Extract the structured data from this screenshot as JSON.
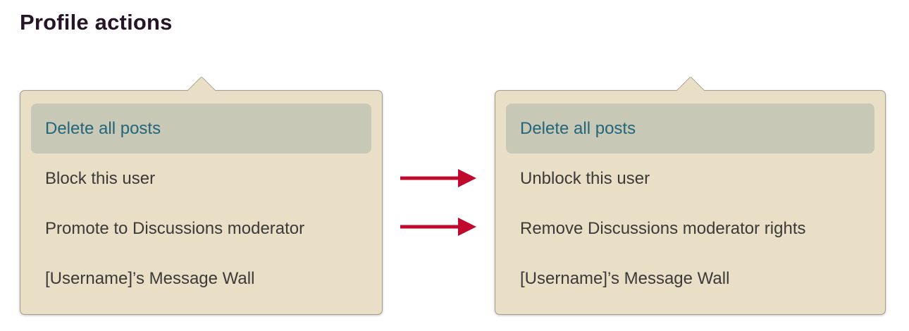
{
  "heading": {
    "title": "Profile actions"
  },
  "menus": {
    "before": {
      "items": [
        {
          "label": "Delete all posts",
          "highlighted": true
        },
        {
          "label": "Block this user",
          "highlighted": false
        },
        {
          "label": "Promote to Discussions moderator",
          "highlighted": false
        },
        {
          "label": "[Username]’s Message Wall",
          "highlighted": false
        }
      ]
    },
    "after": {
      "items": [
        {
          "label": "Delete all posts",
          "highlighted": true
        },
        {
          "label": "Unblock this user",
          "highlighted": false
        },
        {
          "label": "Remove Discussions moderator rights",
          "highlighted": false
        },
        {
          "label": "[Username]’s Message Wall",
          "highlighted": false
        }
      ]
    }
  },
  "icons": {
    "arrow": "right-arrow"
  },
  "colors": {
    "page_bg": "#ffffff",
    "heading_text": "#261526",
    "panel_bg": "#e9dfc7",
    "panel_border": "#a59c8e",
    "highlight_bg": "#c7c8b5",
    "highlight_text": "#23657b",
    "item_text": "#3b3a39",
    "arrow_red": "#c00a2d"
  }
}
